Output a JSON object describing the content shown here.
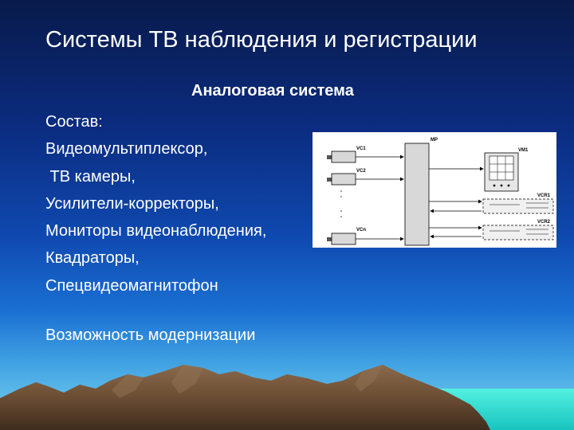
{
  "slide": {
    "title": "Системы ТВ наблюдения и регистрации",
    "subtitle": "Аналоговая система",
    "items": [
      "Состав:",
      "Видеомультиплексор,",
      " ТВ камеры,",
      "Усилители-корректоры,",
      "Мониторы видеонаблюдения,",
      "Квадраторы,",
      "Спецвидеомагнитофон"
    ],
    "footer": "Возможность модернизации"
  },
  "diagram": {
    "cameras": [
      "VC1",
      "VC2",
      "VCn"
    ],
    "multiplexer": "MP",
    "monitor": "VM1",
    "recorders": [
      "VCR1",
      "VCR2"
    ]
  },
  "colors": {
    "sky_top": "#081a4a",
    "sky_mid": "#0f49b0",
    "horizon": "#7cd6ef",
    "mountains": "#6b4d34",
    "sea": "#27e0cf",
    "text": "#ffffff"
  }
}
